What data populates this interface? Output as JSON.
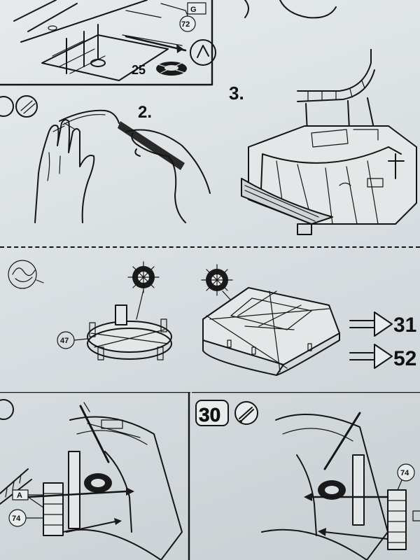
{
  "top_left_panel": {
    "letter_tag": "G",
    "part_72": "72",
    "part_25": "25"
  },
  "step_2": {
    "label": "2."
  },
  "step_3": {
    "label": "3."
  },
  "liferaft_section": {
    "part_47": "47",
    "next_step_a": "31",
    "next_step_b": "52"
  },
  "step_30": {
    "label": "30",
    "callout_a": "A",
    "callout_74_left": "74",
    "callout_74_right": "74"
  }
}
